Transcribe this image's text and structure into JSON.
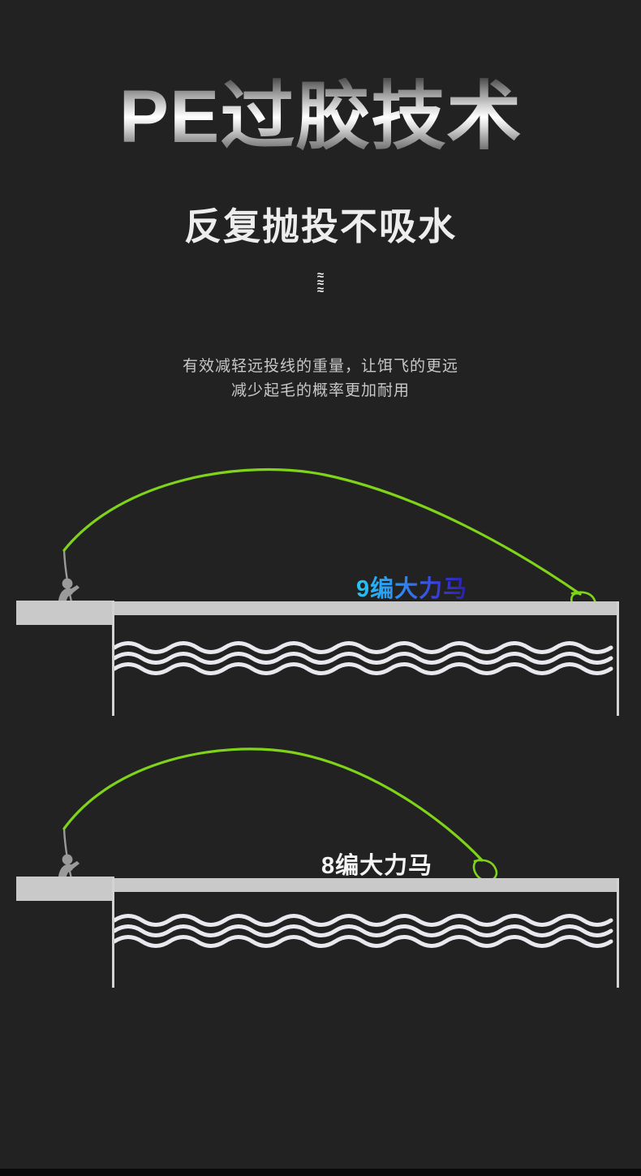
{
  "page": {
    "background_color": "#222222",
    "accent_green": "#7FD41A",
    "silver": "#c9c9c9"
  },
  "header": {
    "title": "PE过胶技术",
    "subtitle": "反复抛投不吸水",
    "ornament": "≈",
    "description_lines": [
      "有效减轻远投线的重量，让饵飞的更远",
      "减少起毛的概率更加耐用"
    ]
  },
  "scenes": [
    {
      "label": "9编大力马",
      "label_style": "gradient",
      "cast_distance_desc": "longer cast"
    },
    {
      "label": "8编大力马",
      "label_style": "plain",
      "cast_distance_desc": "shorter cast"
    }
  ]
}
